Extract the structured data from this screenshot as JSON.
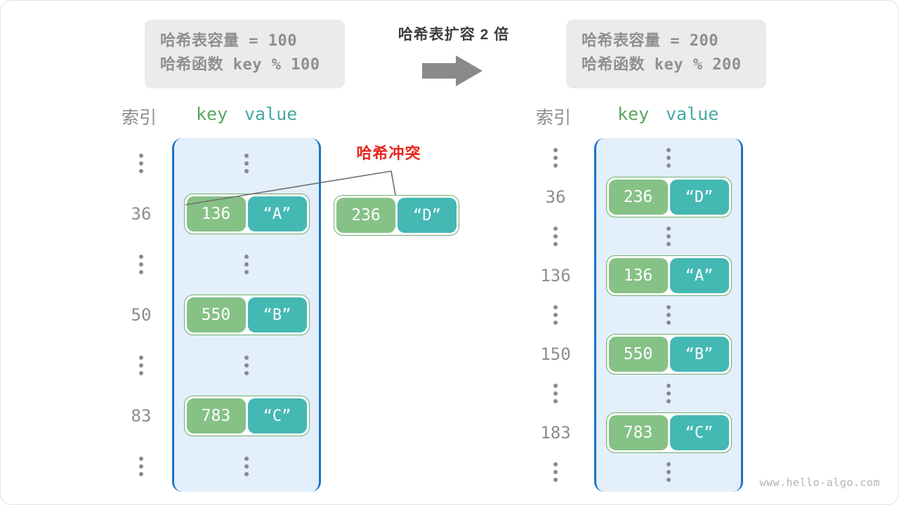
{
  "watermark": "www.hello-algo.com",
  "middle": {
    "caption": "哈希表扩容 2 倍",
    "arrow_icon": "right-arrow-icon"
  },
  "info_left": {
    "line1": "哈希表容量 = 100",
    "line2": "哈希函数 key % 100"
  },
  "info_right": {
    "line1": "哈希表容量 = 200",
    "line2": "哈希函数 key % 200"
  },
  "collision": {
    "label": "哈希冲突",
    "key": "236",
    "value": "“D”",
    "color": "#e8241c"
  },
  "colors": {
    "bucket_fill": "#e3effa",
    "bucket_border": "#1a73c4",
    "key_cell": "#86c186",
    "value_cell": "#44b8b3",
    "pair_border": "#6fae6f",
    "index_text": "#8d8d8d",
    "key_header": "#57a75f",
    "value_header": "#43a9a4",
    "info_box": "#ebebeb",
    "info_text": "#8f8f8f",
    "arrow": "#8a8a8a"
  },
  "left_table": {
    "headers": {
      "index": "索引",
      "key": "key",
      "value": "value"
    },
    "rows": [
      {
        "index": "⋮",
        "type": "ellipsis"
      },
      {
        "index": "36",
        "type": "entry",
        "key": "136",
        "value": "“A”"
      },
      {
        "index": "⋮",
        "type": "ellipsis"
      },
      {
        "index": "50",
        "type": "entry",
        "key": "550",
        "value": "“B”"
      },
      {
        "index": "⋮",
        "type": "ellipsis"
      },
      {
        "index": "83",
        "type": "entry",
        "key": "783",
        "value": "“C”"
      },
      {
        "index": "⋮",
        "type": "ellipsis"
      }
    ]
  },
  "right_table": {
    "headers": {
      "index": "索引",
      "key": "key",
      "value": "value"
    },
    "rows": [
      {
        "index": "⋮",
        "type": "ellipsis"
      },
      {
        "index": "36",
        "type": "entry",
        "key": "236",
        "value": "“D”"
      },
      {
        "index": "⋮",
        "type": "ellipsis"
      },
      {
        "index": "136",
        "type": "entry",
        "key": "136",
        "value": "“A”"
      },
      {
        "index": "⋮",
        "type": "ellipsis"
      },
      {
        "index": "150",
        "type": "entry",
        "key": "550",
        "value": "“B”"
      },
      {
        "index": "⋮",
        "type": "ellipsis"
      },
      {
        "index": "183",
        "type": "entry",
        "key": "783",
        "value": "“C”"
      },
      {
        "index": "⋮",
        "type": "ellipsis"
      }
    ]
  }
}
